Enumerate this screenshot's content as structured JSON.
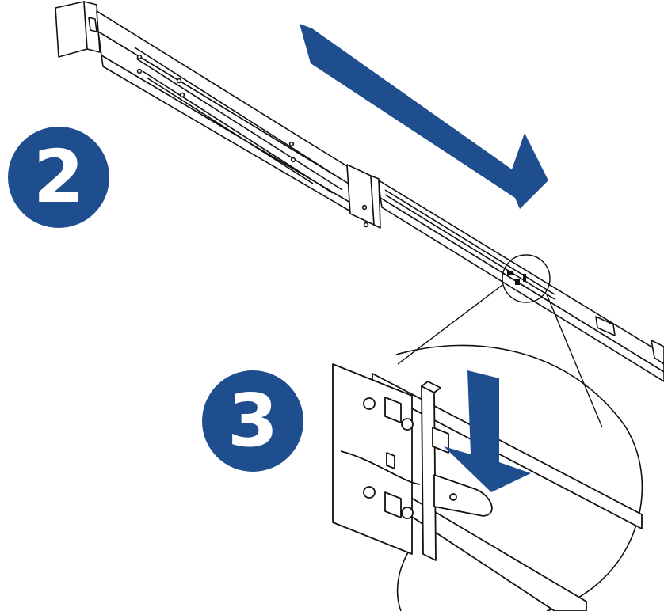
{
  "colors": {
    "accent": "#1f4e8f",
    "line": "#111111",
    "background": "#ffffff"
  },
  "steps": [
    {
      "label": "2"
    },
    {
      "label": "3"
    }
  ],
  "icons": {
    "slide_arrow": "arrow-right-down-icon",
    "press_arrow": "arrow-down-icon",
    "magnifier": "zoom-circle"
  }
}
